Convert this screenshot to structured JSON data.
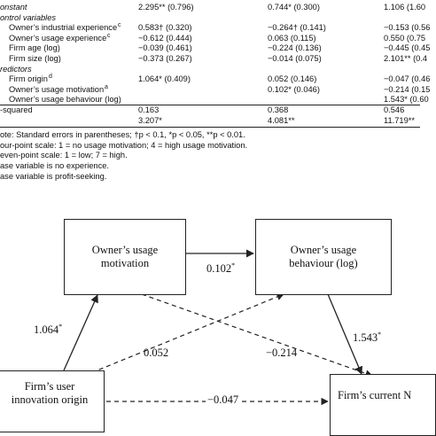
{
  "table": {
    "rows": [
      {
        "label": "onstant",
        "italic": true,
        "c1": "2.295** (0.796)",
        "c2": "0.744* (0.300)",
        "c3": "1.106 (1.60"
      },
      {
        "label": "ontrol variables",
        "italic": true,
        "c1": "",
        "c2": "",
        "c3": ""
      },
      {
        "label": "Owner’s industrial experience",
        "sup": "c",
        "c1": "0.583† (0.320)",
        "c2": "−0.264† (0.141)",
        "c3": "−0.153 (0.56"
      },
      {
        "label": "Owner’s usage experience",
        "sup": "c",
        "c1": "−0.612 (0.444)",
        "c2": "0.063 (0.115)",
        "c3": "0.550 (0.75"
      },
      {
        "label": "Firm age (log)",
        "c1": "−0.039 (0.461)",
        "c2": "−0.224 (0.136)",
        "c3": "−0.445 (0.45"
      },
      {
        "label": "Firm size (log)",
        "c1": "−0.373 (0.267)",
        "c2": "−0.014 (0.075)",
        "c3": "2.101** (0.4"
      },
      {
        "label": "redictors",
        "italic": true,
        "c1": "",
        "c2": "",
        "c3": ""
      },
      {
        "label": "Firm origin",
        "sup": "d",
        "c1": "1.064* (0.409)",
        "c2": "0.052 (0.146)",
        "c3": "−0.047 (0.46"
      },
      {
        "label": "Owner’s usage motivation",
        "sup": "a",
        "c1": "",
        "c2": "0.102* (0.046)",
        "c3": "−0.214 (0.15"
      },
      {
        "label": "Owner’s usage behaviour (log)",
        "c1": "",
        "c2": "",
        "c3": "1.543* (0.60"
      },
      {
        "label": "-squared",
        "c1": "0.163",
        "c2": "0.368",
        "c3": "0.546"
      },
      {
        "label": "",
        "c1": "3.207*",
        "c2": "4.081**",
        "c3": "11.719**"
      }
    ],
    "notes": [
      "ote: Standard errors in parentheses; †p < 0.1, *p < 0.05, **p < 0.01.",
      "our-point scale: 1 = no usage motivation; 4 = high usage motivation.",
      "even-point scale: 1 = low; 7 = high.",
      "ase variable is no experience.",
      "ase variable is profit-seeking."
    ]
  },
  "diagram": {
    "boxes": {
      "motivation": [
        "Owner’s usage",
        "motivation"
      ],
      "behaviour": [
        "Owner’s usage",
        "behaviour (log)"
      ],
      "origin": [
        "Firm’s user",
        "innovation origin"
      ],
      "outcome": [
        "Firm’s current N"
      ]
    },
    "coefficients": {
      "motivation_to_behaviour": "0.102",
      "origin_to_motivation": "1.064",
      "origin_to_behaviour": "0.052",
      "motivation_to_outcome": "−0.214",
      "behaviour_to_outcome": "1.543",
      "origin_to_outcome": "−0.047"
    },
    "significance_mark": "*"
  }
}
